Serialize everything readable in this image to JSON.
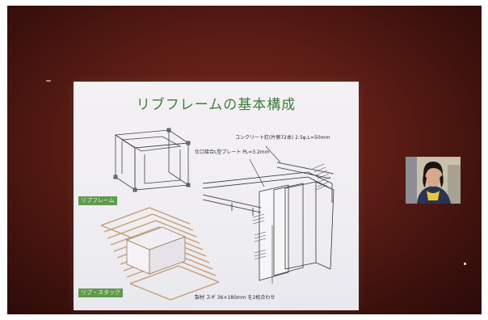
{
  "slide": {
    "title": "リブフレームの基本構成",
    "label_concrete_nail": "コンクリート釘(片側72本) 2.5φ,L=50mm",
    "label_plate": "仕口接合L型プレート PL=3.2mm",
    "label_material": "製材 スギ 36×180mm を2枚合わせ",
    "tag_rib_frame": "リブフレーム",
    "tag_stack": "リブ・スタック"
  },
  "colors": {
    "room": "#5a1c15",
    "slide_bg": "#f2f0f3",
    "title_green": "#3f7d3c",
    "tag_green": "#5f9a4d",
    "wood": "#c99a72"
  },
  "webcam": {
    "content": "presenter-video"
  }
}
